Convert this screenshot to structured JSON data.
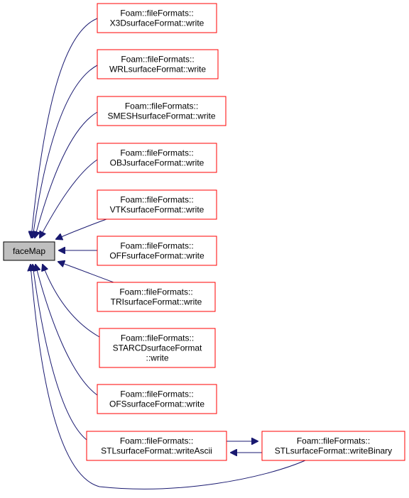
{
  "colors": {
    "edge": "#191970",
    "node_border": "#ff0000",
    "root_fill": "#bfbfbf",
    "root_border": "#000000",
    "node_fill": "#ffffff"
  },
  "root": {
    "id": "faceMap",
    "lines": [
      "faceMap"
    ]
  },
  "nodes": [
    {
      "id": "x3d",
      "lines": [
        "Foam::fileFormats::",
        "X3DsurfaceFormat::write"
      ]
    },
    {
      "id": "wrl",
      "lines": [
        "Foam::fileFormats::",
        "WRLsurfaceFormat::write"
      ]
    },
    {
      "id": "smesh",
      "lines": [
        "Foam::fileFormats::",
        "SMESHsurfaceFormat::write"
      ]
    },
    {
      "id": "obj",
      "lines": [
        "Foam::fileFormats::",
        "OBJsurfaceFormat::write"
      ]
    },
    {
      "id": "vtk",
      "lines": [
        "Foam::fileFormats::",
        "VTKsurfaceFormat::write"
      ]
    },
    {
      "id": "off",
      "lines": [
        "Foam::fileFormats::",
        "OFFsurfaceFormat::write"
      ]
    },
    {
      "id": "tri",
      "lines": [
        "Foam::fileFormats::",
        "TRIsurfaceFormat::write"
      ]
    },
    {
      "id": "starcd",
      "lines": [
        "Foam::fileFormats::",
        "STARCDsurfaceFormat",
        "::write"
      ]
    },
    {
      "id": "ofs",
      "lines": [
        "Foam::fileFormats::",
        "OFSsurfaceFormat::write"
      ]
    },
    {
      "id": "stlascii",
      "lines": [
        "Foam::fileFormats::",
        "STLsurfaceFormat::writeAscii"
      ]
    },
    {
      "id": "stlbinary",
      "lines": [
        "Foam::fileFormats::",
        "STLsurfaceFormat::writeBinary"
      ]
    }
  ],
  "edges": [
    {
      "from": "x3d",
      "to": "faceMap"
    },
    {
      "from": "wrl",
      "to": "faceMap"
    },
    {
      "from": "smesh",
      "to": "faceMap"
    },
    {
      "from": "obj",
      "to": "faceMap"
    },
    {
      "from": "vtk",
      "to": "faceMap"
    },
    {
      "from": "off",
      "to": "faceMap"
    },
    {
      "from": "tri",
      "to": "faceMap"
    },
    {
      "from": "starcd",
      "to": "faceMap"
    },
    {
      "from": "ofs",
      "to": "faceMap"
    },
    {
      "from": "stlascii",
      "to": "faceMap"
    },
    {
      "from": "stlbinary",
      "to": "faceMap"
    },
    {
      "from": "stlascii",
      "to": "stlbinary"
    },
    {
      "from": "stlbinary",
      "to": "stlascii"
    }
  ]
}
